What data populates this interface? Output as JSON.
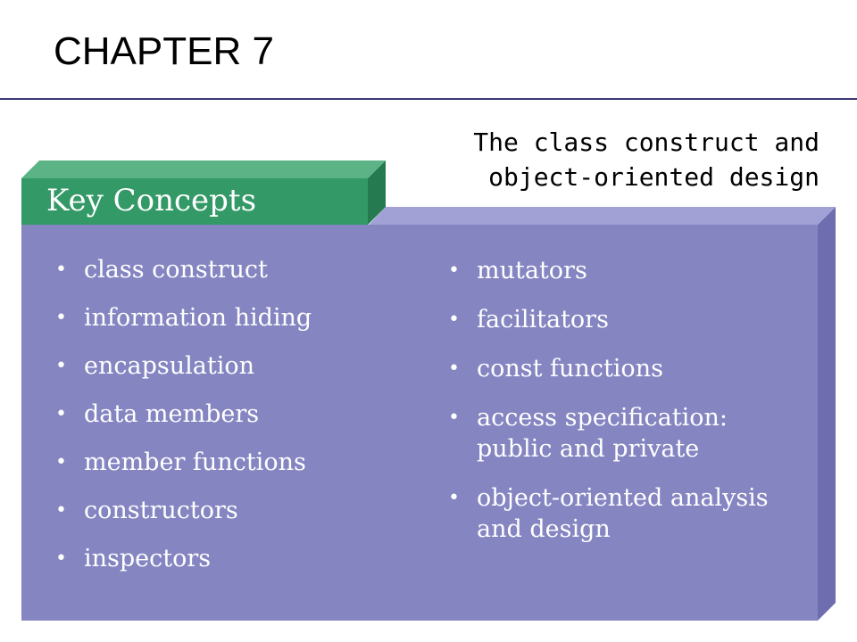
{
  "header": {
    "title": "CHAPTER 7",
    "subtitle_lines": [
      "The class construct and",
      "object-oriented design"
    ]
  },
  "panel": {
    "tab_label": "Key Concepts",
    "bullet_glyph": "•",
    "left_items": [
      "class construct",
      "information hiding",
      "encapsulation",
      "data members",
      "member functions",
      "constructors",
      "inspectors"
    ],
    "right_items": [
      "mutators",
      "facilitators",
      "const functions",
      "access specification: public and private",
      "object-oriented analysis and design"
    ]
  },
  "colors": {
    "panel_face": "#8585c2",
    "panel_top": "#a1a1d6",
    "panel_side": "#6d6db0",
    "tab_face": "#339966",
    "tab_top": "#5cb385",
    "tab_side": "#267a50",
    "rule": "#3b3978"
  }
}
